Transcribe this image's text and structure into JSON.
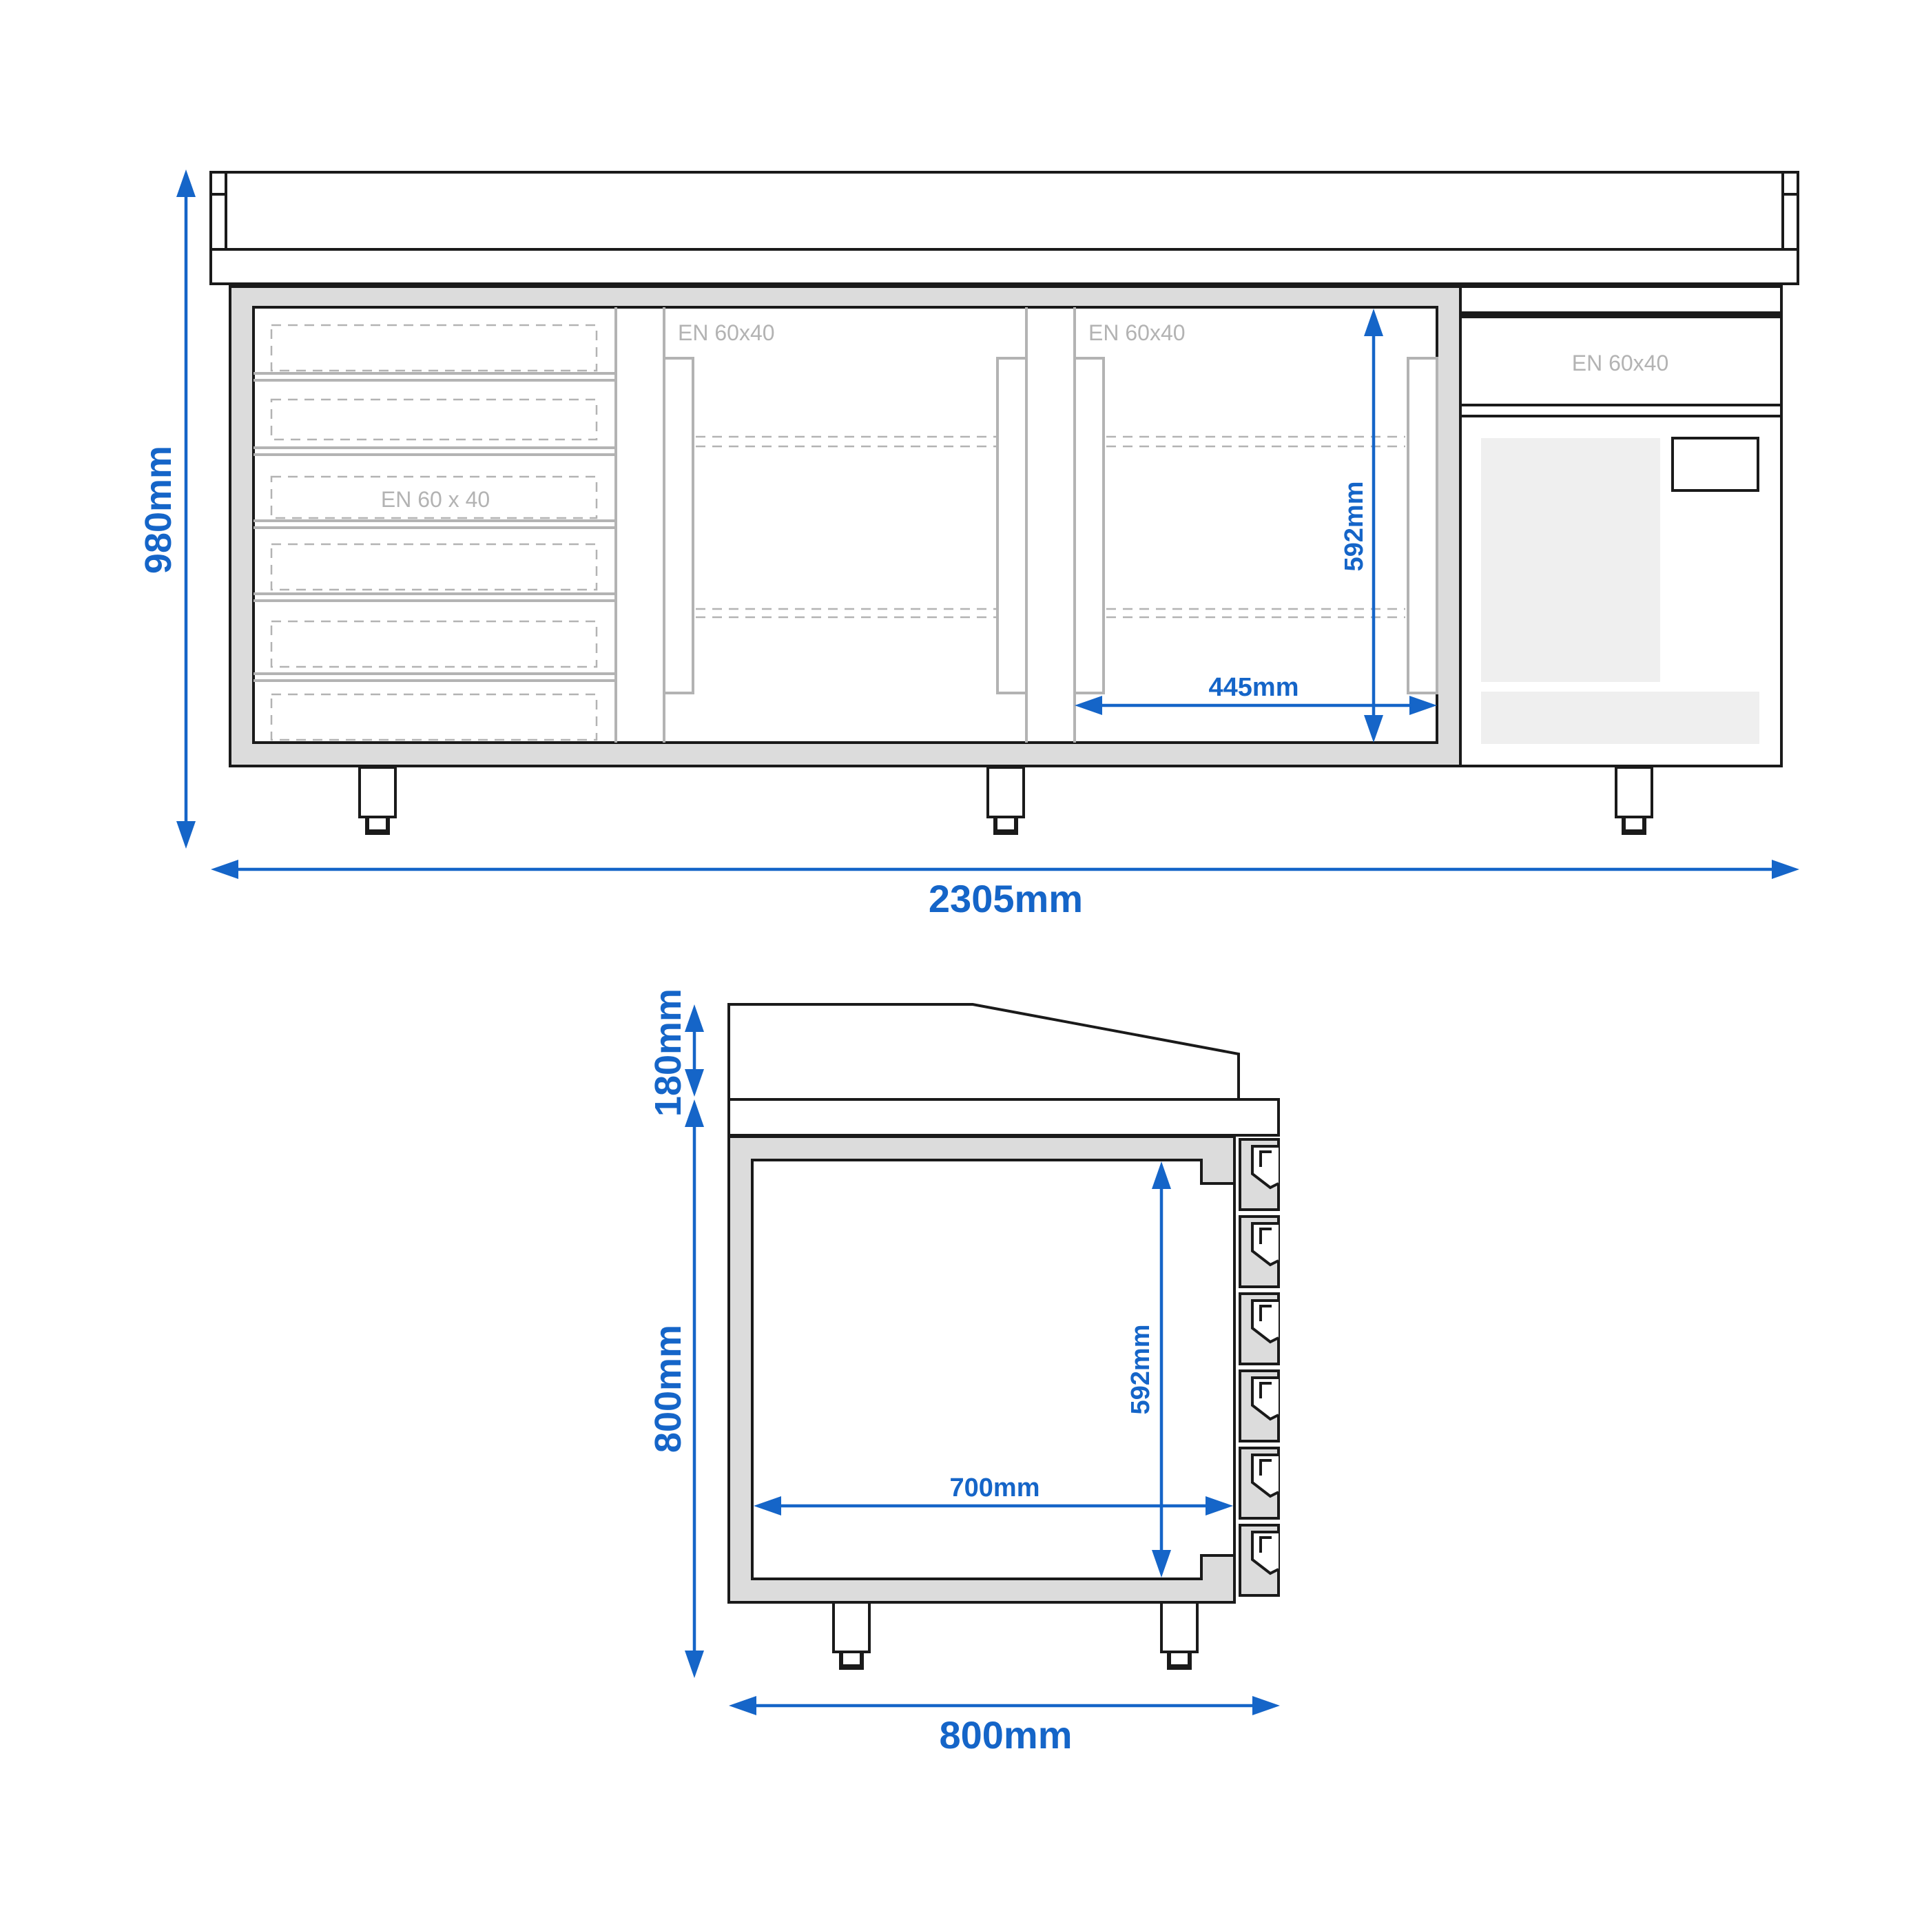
{
  "front_view": {
    "height_label": "980mm",
    "width_label": "2305mm",
    "inner_height_label": "592mm",
    "inner_width_label": "445mm",
    "drawer_section_label": "EN 60 x 40",
    "door1_label": "EN 60x40",
    "door2_label": "EN 60x40",
    "side_drawer_label": "EN 60x40"
  },
  "side_view": {
    "top_height_label": "180mm",
    "body_height_label": "800mm",
    "depth_label": "800mm",
    "inner_height_label": "592mm",
    "inner_depth_label": "700mm"
  },
  "colors": {
    "dimension": "#1565c8",
    "outline": "#1a1a1a",
    "frame_fill": "#dcdcdc",
    "panel_fill": "#efefef",
    "label_grey": "#b3b3b3"
  }
}
